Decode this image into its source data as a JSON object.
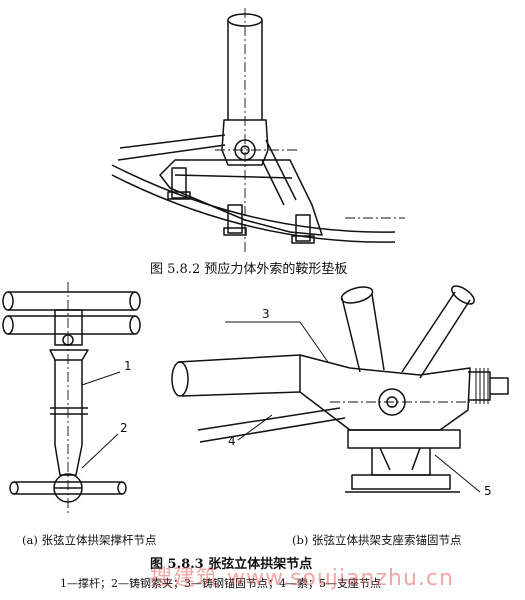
{
  "fig_5_8_2": {
    "caption": "图 5.8.2   预应力体外索的鞍形垫板"
  },
  "fig_5_8_3": {
    "caption": "图 5.8.3   张弦立体拱架节点",
    "sub_a": "(a) 张弦立体拱架撑杆节点",
    "sub_b": "(b) 张弦立体拱架支座索锚固节点",
    "legend": "1—撑杆；2—铸钢索夹；3—铸钢锚固节点；4—索；5—支座节点",
    "labels": {
      "l1": "1",
      "l2": "2",
      "l3": "3",
      "l4": "4",
      "l5": "5"
    }
  },
  "watermark": "搜建筑  www.soujianzhu.cn"
}
